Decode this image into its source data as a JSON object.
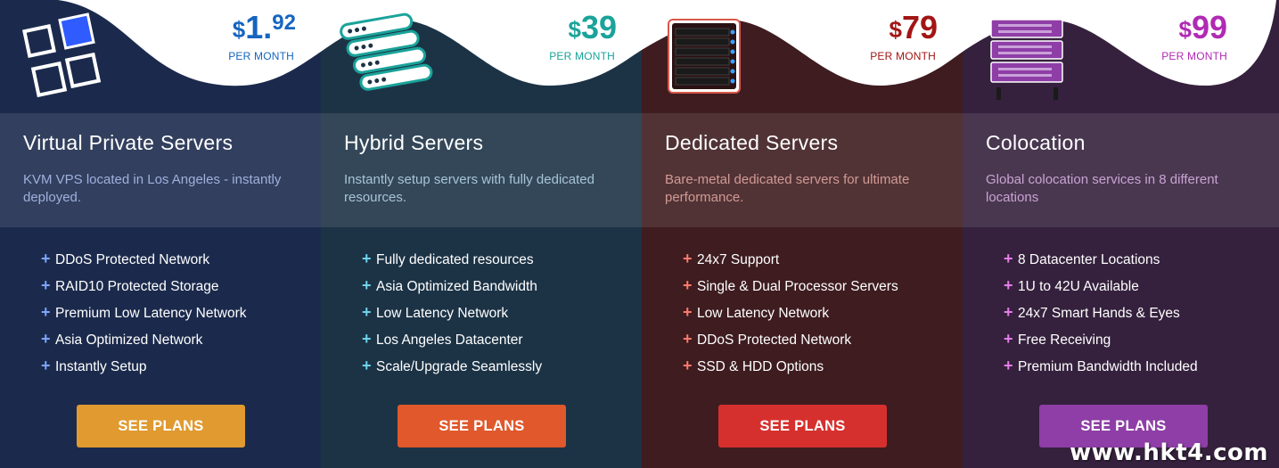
{
  "cards": [
    {
      "title": "Virtual Private Servers",
      "description": "KVM VPS located in Los Angeles - instantly deployed.",
      "price_currency": "$",
      "price_amount": "1.",
      "price_cents": "92",
      "per_month": "PER MONTH",
      "features": [
        "DDoS Protected Network",
        "RAID10 Protected Storage",
        "Premium Low Latency Network",
        "Asia Optimized Network",
        "Instantly Setup"
      ],
      "button_label": "SEE PLANS",
      "icon": "vps-grid-icon",
      "colors": {
        "bg": "#1b2a4c",
        "price": "#1565c0",
        "plus": "#7ea6ff",
        "desc": "#9fb0dd",
        "button": "#e09a30"
      }
    },
    {
      "title": "Hybrid Servers",
      "description": "Instantly setup servers with fully dedicated resources.",
      "price_currency": "$",
      "price_amount": "39",
      "price_cents": "",
      "per_month": "PER MONTH",
      "features": [
        "Fully dedicated resources",
        "Asia Optimized Bandwidth",
        "Low Latency Network",
        "Los Angeles Datacenter",
        "Scale/Upgrade Seamlessly"
      ],
      "button_label": "SEE PLANS",
      "icon": "server-stack-icon",
      "colors": {
        "bg": "#1c3346",
        "price": "#1aa39a",
        "plus": "#6fd3e8",
        "desc": "#a7c4d6",
        "button": "#e0582c"
      }
    },
    {
      "title": "Dedicated Servers",
      "description": "Bare-metal dedicated servers for ultimate performance.",
      "price_currency": "$",
      "price_amount": "79",
      "price_cents": "",
      "per_month": "PER MONTH",
      "features": [
        "24x7 Support",
        "Single & Dual Processor Servers",
        "Low Latency Network",
        "DDoS Protected Network",
        "SSD & HDD Options"
      ],
      "button_label": "SEE PLANS",
      "icon": "dedicated-server-icon",
      "colors": {
        "bg": "#3e1c20",
        "price": "#a31515",
        "plus": "#ff7a6b",
        "desc": "#d29a94",
        "button": "#d6302e"
      }
    },
    {
      "title": "Colocation",
      "description": "Global colocation services in 8 different locations",
      "price_currency": "$",
      "price_amount": "99",
      "price_cents": "",
      "per_month": "PER MONTH",
      "features": [
        "8 Datacenter Locations",
        "1U to 42U Available",
        "24x7 Smart Hands & Eyes",
        "Free Receiving",
        "Premium Bandwidth Included"
      ],
      "button_label": "SEE PLANS",
      "icon": "server-rack-icon",
      "colors": {
        "bg": "#35213d",
        "price": "#b02ab3",
        "plus": "#e77de8",
        "desc": "#c8a3d2",
        "button": "#8e3ea6"
      }
    }
  ],
  "watermark": "www.hkt4.com"
}
